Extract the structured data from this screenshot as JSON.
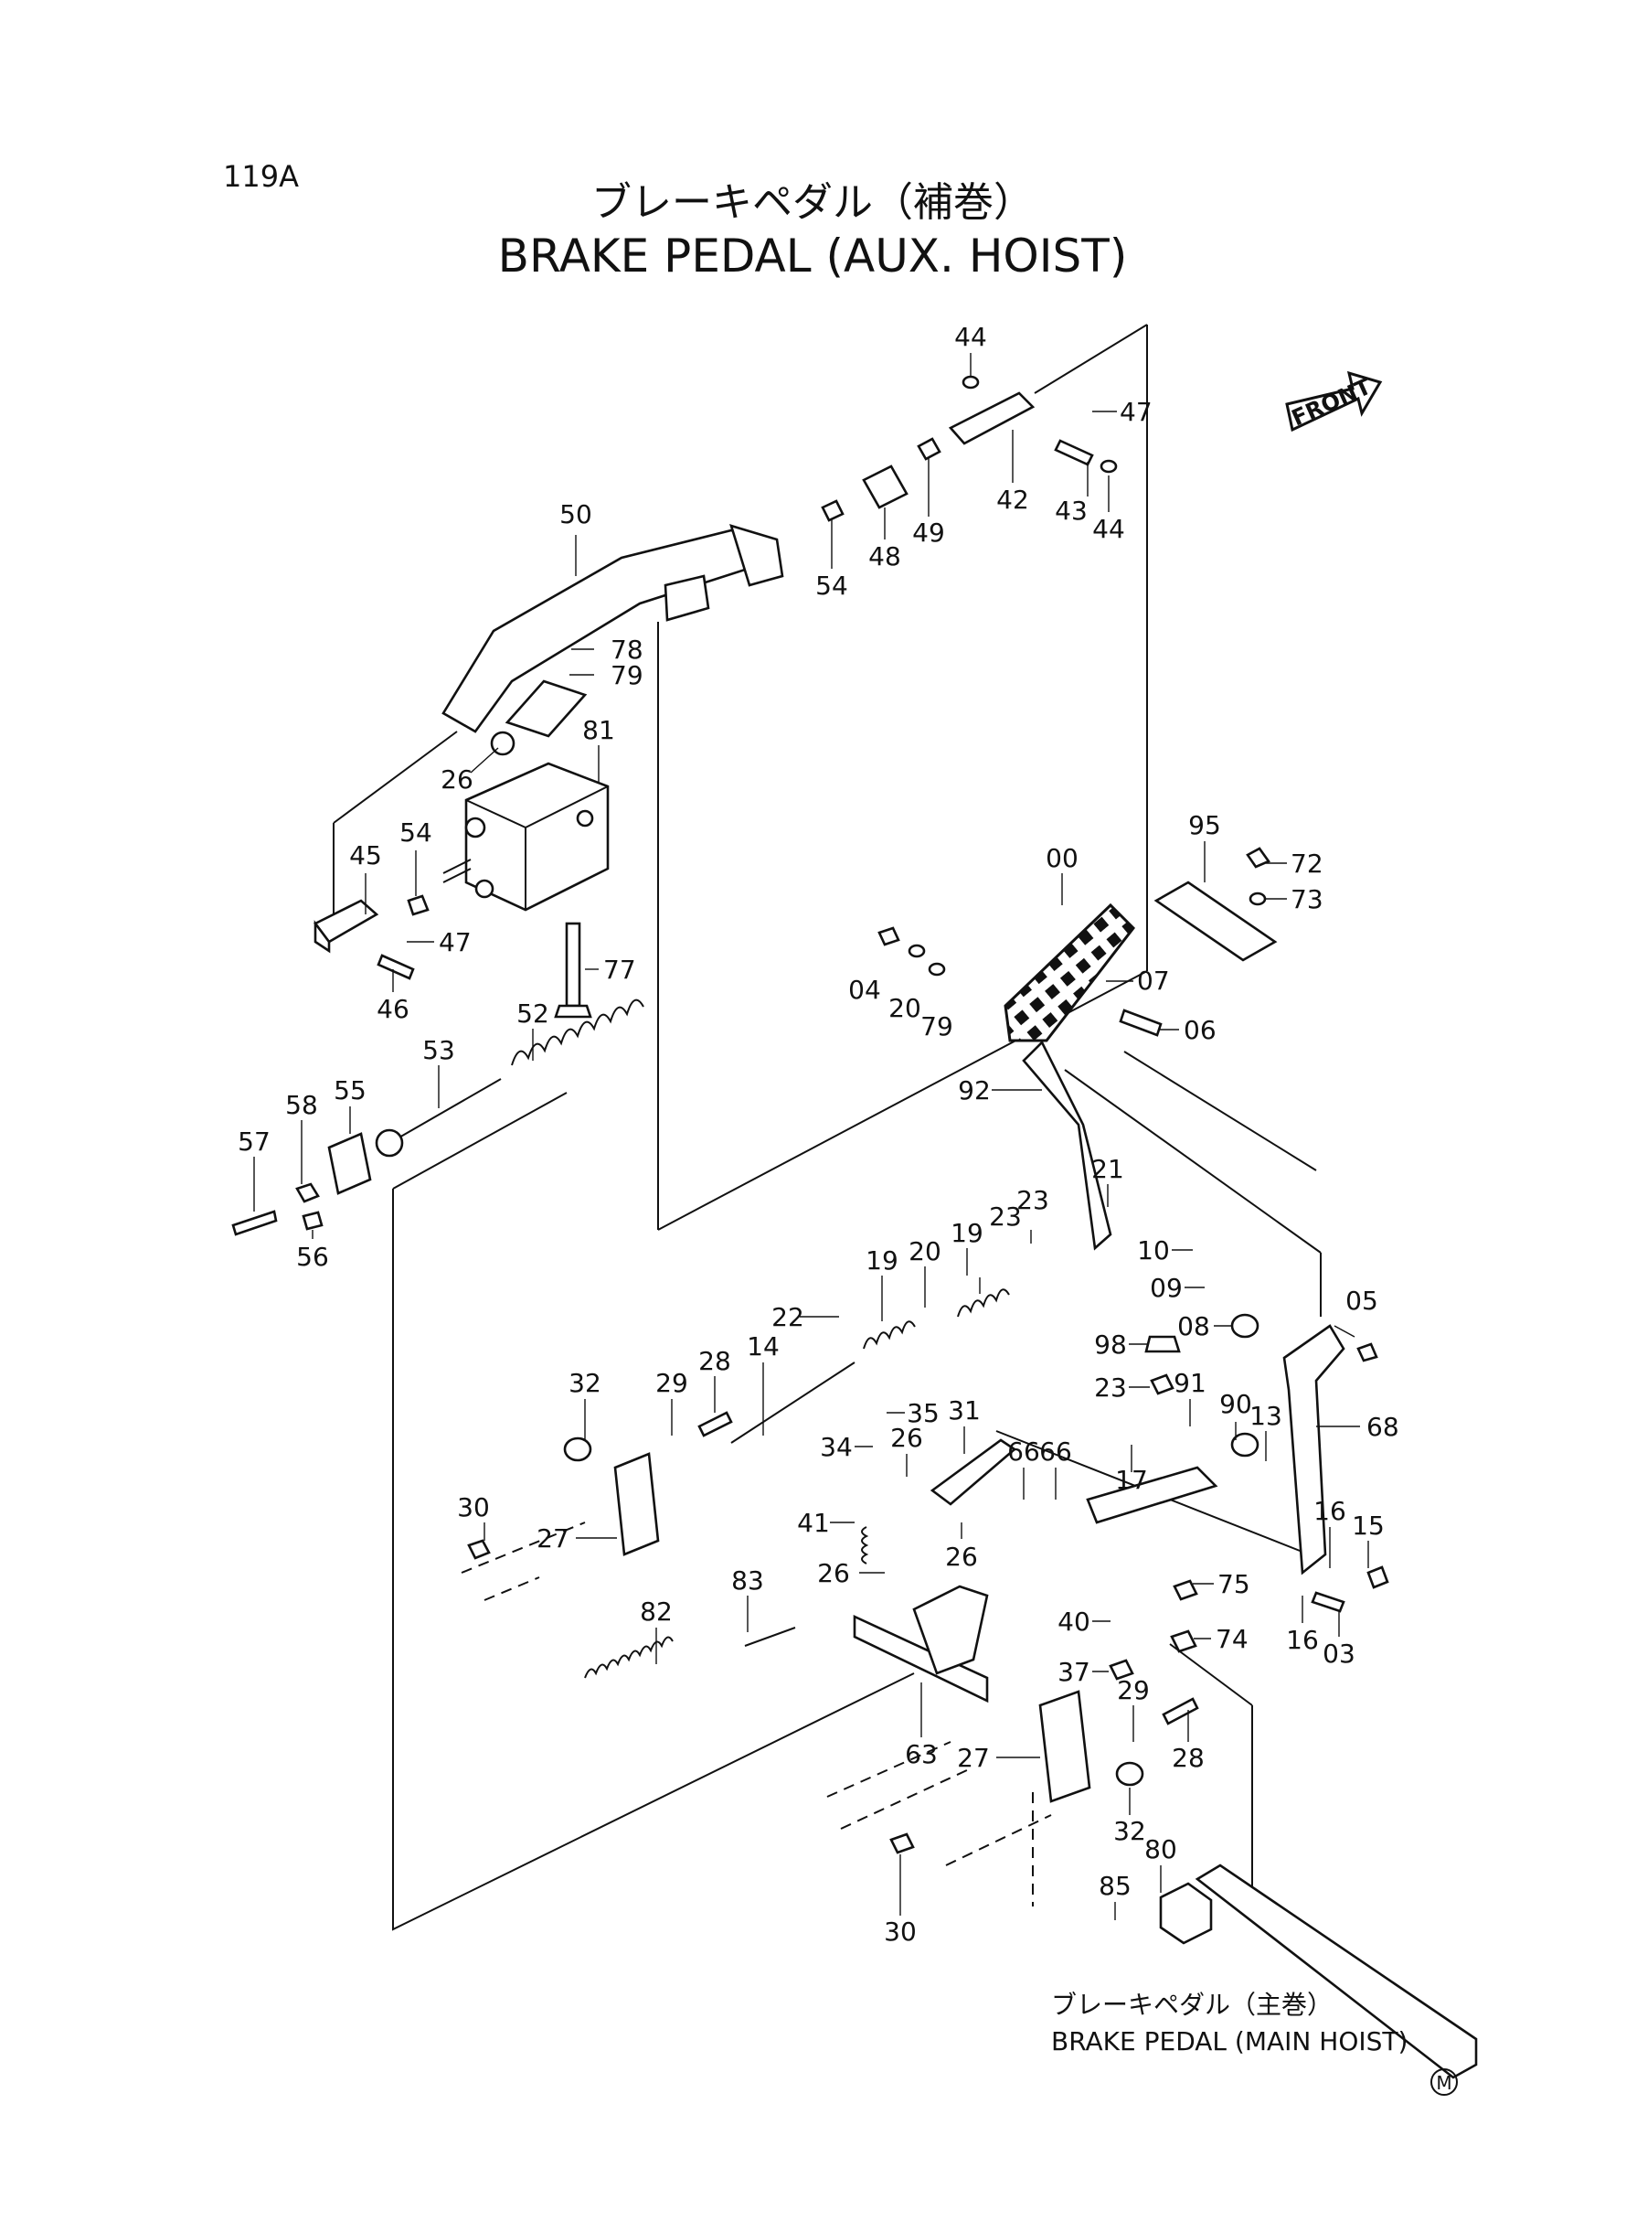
{
  "page_code": "119A",
  "title_jp": "ブレーキペダル（補巻）",
  "title_en": "BRAKE PEDAL (AUX. HOIST)",
  "front_label": "FRONT",
  "note_jp": "ブレーキペダル（主巻）",
  "note_en": "BRAKE PEDAL (MAIN HOIST)",
  "mark": "M",
  "callouts": [
    {
      "id": "c44a",
      "text": "44"
    },
    {
      "id": "c47a",
      "text": "47"
    },
    {
      "id": "c42",
      "text": "42"
    },
    {
      "id": "c43",
      "text": "43"
    },
    {
      "id": "c44b",
      "text": "44"
    },
    {
      "id": "c49",
      "text": "49"
    },
    {
      "id": "c48",
      "text": "48"
    },
    {
      "id": "c54a",
      "text": "54"
    },
    {
      "id": "c50",
      "text": "50"
    },
    {
      "id": "c78",
      "text": "78"
    },
    {
      "id": "c79a",
      "text": "79"
    },
    {
      "id": "c81",
      "text": "81"
    },
    {
      "id": "c26a",
      "text": "26"
    },
    {
      "id": "c54b",
      "text": "54"
    },
    {
      "id": "c45",
      "text": "45"
    },
    {
      "id": "c47b",
      "text": "47"
    },
    {
      "id": "c46",
      "text": "46"
    },
    {
      "id": "c77",
      "text": "77"
    },
    {
      "id": "c52",
      "text": "52"
    },
    {
      "id": "c53",
      "text": "53"
    },
    {
      "id": "c55",
      "text": "55"
    },
    {
      "id": "c58",
      "text": "58"
    },
    {
      "id": "c57",
      "text": "57"
    },
    {
      "id": "c56",
      "text": "56"
    },
    {
      "id": "c95",
      "text": "95"
    },
    {
      "id": "c72",
      "text": "72"
    },
    {
      "id": "c73",
      "text": "73"
    },
    {
      "id": "c00",
      "text": "00"
    },
    {
      "id": "c04",
      "text": "04"
    },
    {
      "id": "c20a",
      "text": "20"
    },
    {
      "id": "c79b",
      "text": "79"
    },
    {
      "id": "c07",
      "text": "07"
    },
    {
      "id": "c06",
      "text": "06"
    },
    {
      "id": "c92",
      "text": "92"
    },
    {
      "id": "c21",
      "text": "21"
    },
    {
      "id": "c23a",
      "text": "23"
    },
    {
      "id": "c23b",
      "text": "23"
    },
    {
      "id": "c19a",
      "text": "19"
    },
    {
      "id": "c20b",
      "text": "20"
    },
    {
      "id": "c19b",
      "text": "19"
    },
    {
      "id": "c22",
      "text": "22"
    },
    {
      "id": "c10",
      "text": "10"
    },
    {
      "id": "c09",
      "text": "09"
    },
    {
      "id": "c08",
      "text": "08"
    },
    {
      "id": "c05",
      "text": "05"
    },
    {
      "id": "c98",
      "text": "98"
    },
    {
      "id": "c23c",
      "text": "23"
    },
    {
      "id": "c91",
      "text": "91"
    },
    {
      "id": "c90",
      "text": "90"
    },
    {
      "id": "c13",
      "text": "13"
    },
    {
      "id": "c68",
      "text": "68"
    },
    {
      "id": "c28a",
      "text": "28"
    },
    {
      "id": "c14",
      "text": "14"
    },
    {
      "id": "c32a",
      "text": "32"
    },
    {
      "id": "c29a",
      "text": "29"
    },
    {
      "id": "c35",
      "text": "35"
    },
    {
      "id": "c31",
      "text": "31"
    },
    {
      "id": "c34",
      "text": "34"
    },
    {
      "id": "c26b",
      "text": "26"
    },
    {
      "id": "c66a",
      "text": "66"
    },
    {
      "id": "c66b",
      "text": "66"
    },
    {
      "id": "c17",
      "text": "17"
    },
    {
      "id": "c30a",
      "text": "30"
    },
    {
      "id": "c27a",
      "text": "27"
    },
    {
      "id": "c41",
      "text": "41"
    },
    {
      "id": "c26c",
      "text": "26"
    },
    {
      "id": "c16a",
      "text": "16"
    },
    {
      "id": "c15",
      "text": "15"
    },
    {
      "id": "c26d",
      "text": "26"
    },
    {
      "id": "c75",
      "text": "75"
    },
    {
      "id": "c82",
      "text": "82"
    },
    {
      "id": "c83",
      "text": "83"
    },
    {
      "id": "c40",
      "text": "40"
    },
    {
      "id": "c74",
      "text": "74"
    },
    {
      "id": "c16b",
      "text": "16"
    },
    {
      "id": "c03",
      "text": "03"
    },
    {
      "id": "c37",
      "text": "37"
    },
    {
      "id": "c29b",
      "text": "29"
    },
    {
      "id": "c28b",
      "text": "28"
    },
    {
      "id": "c63",
      "text": "63"
    },
    {
      "id": "c27b",
      "text": "27"
    },
    {
      "id": "c32b",
      "text": "32"
    },
    {
      "id": "c80",
      "text": "80"
    },
    {
      "id": "c85",
      "text": "85"
    },
    {
      "id": "c30b",
      "text": "30"
    }
  ]
}
